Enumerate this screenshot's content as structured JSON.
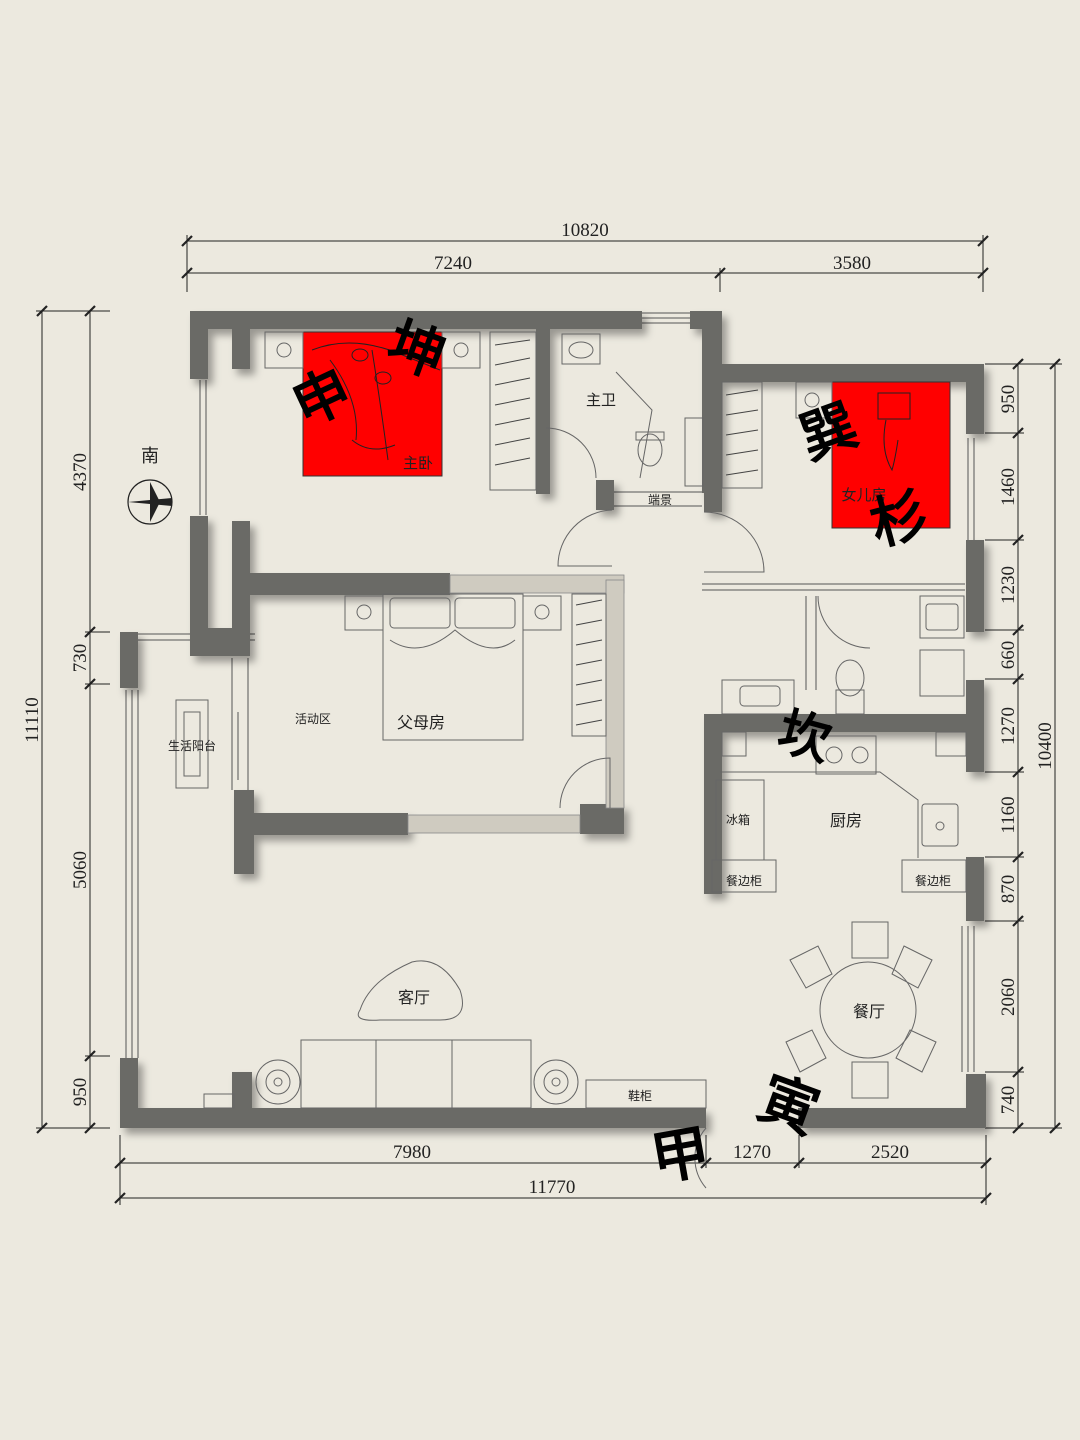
{
  "dimensions": {
    "top_total": "10820",
    "top_left": "7240",
    "top_right": "3580",
    "left_total": "11110",
    "left_a": "4370",
    "left_b": "730",
    "left_c": "5060",
    "left_d": "950",
    "right_total": "10400",
    "right_a": "950",
    "right_b": "1460",
    "right_c": "1230",
    "right_d": "660",
    "right_e": "1270",
    "right_f": "1160",
    "right_g": "870",
    "right_h": "2060",
    "right_i": "740",
    "bottom_a": "7980",
    "bottom_b": "1270",
    "bottom_c": "2520",
    "bottom_total": "11770"
  },
  "rooms": {
    "master_bedroom": "主卧",
    "master_bath": "主卫",
    "end_view": "端景",
    "daughter_room": "女儿房",
    "parents_room": "父母房",
    "activity_area": "活动区",
    "utility_balcony": "生活阳台",
    "kitchen": "厨房",
    "fridge": "冰箱",
    "sideboard_left": "餐边柜",
    "sideboard_right": "餐边柜",
    "living_room": "客厅",
    "dining_room": "餐厅",
    "shoe_cabinet": "鞋柜"
  },
  "compass": {
    "label": "南"
  },
  "annotations": {
    "master_a": "申",
    "master_b": "坤",
    "daughter_a": "巽",
    "daughter_b": "杉",
    "kitchen_mark": "坎",
    "entry_a": "甲",
    "entry_b": "寅"
  },
  "colors": {
    "wall": "#6b6a66",
    "highlight": "#ff0000",
    "background": "#ece9df"
  }
}
